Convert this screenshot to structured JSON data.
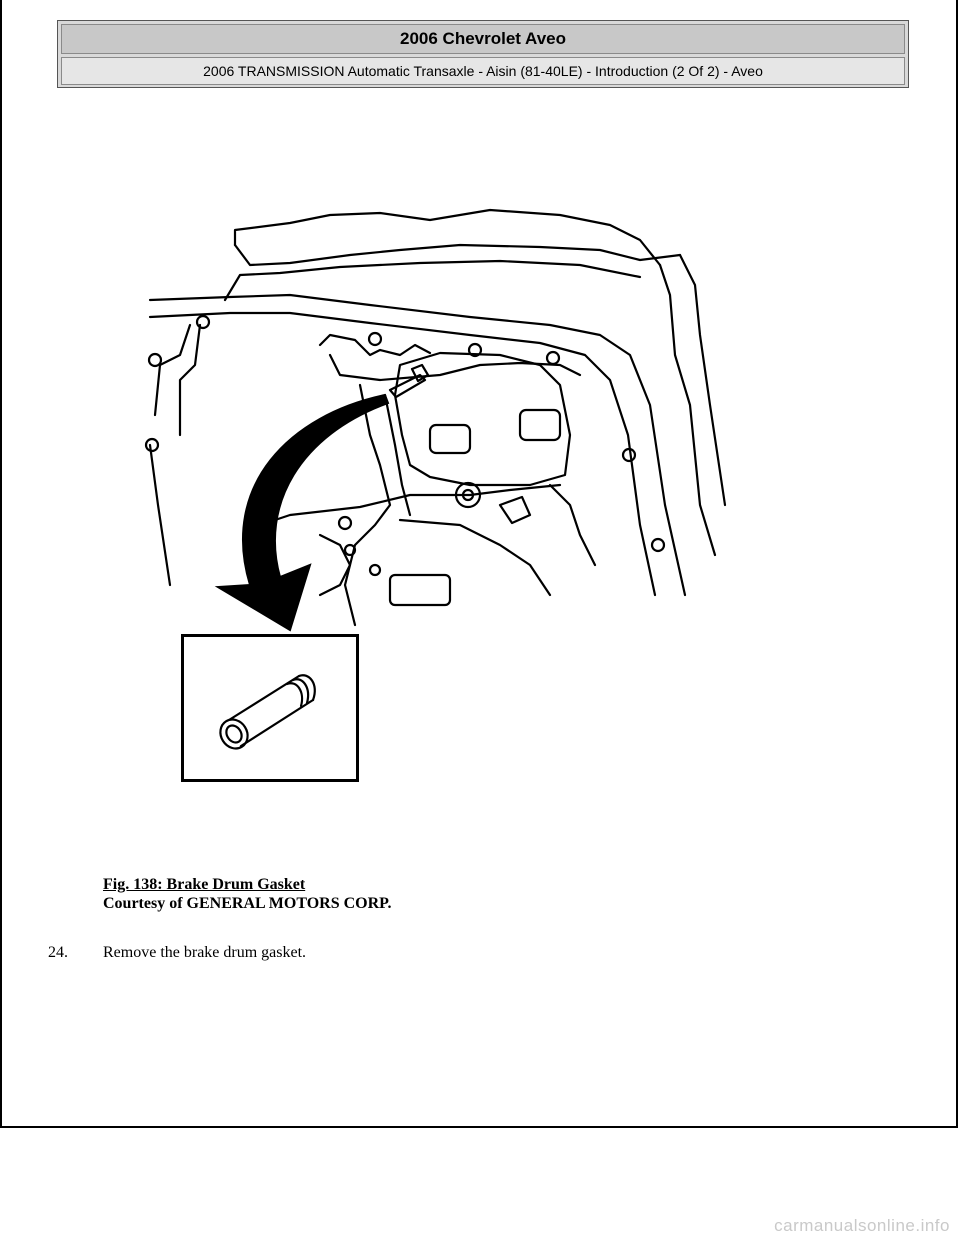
{
  "header": {
    "title": "2006 Chevrolet Aveo",
    "subtitle": "2006 TRANSMISSION Automatic Transaxle - Aisin (81-40LE) - Introduction (2 Of 2) - Aveo"
  },
  "figure": {
    "caption_title": "Fig. 138: Brake Drum Gasket",
    "caption_credit": "Courtesy of GENERAL MOTORS CORP."
  },
  "steps": [
    {
      "number": "24.",
      "text": "Remove the brake drum gasket."
    }
  ],
  "watermark": "carmanualsonline.info"
}
